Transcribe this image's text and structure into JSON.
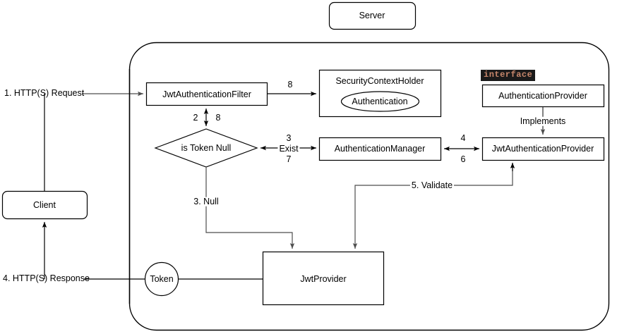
{
  "diagram": {
    "title_box": {
      "label": "Server"
    },
    "client_box": {
      "label": "Client"
    },
    "nodes": {
      "jwt_authentication_filter": "JwtAuthenticationFilter",
      "security_context_holder": "SecurityContextHolder",
      "authentication": "Authentication",
      "authentication_provider": "AuthenticationProvider",
      "authentication_provider_stereotype": "interface",
      "jwt_authentication_provider": "JwtAuthenticationProvider",
      "is_token_null": "is Token Null",
      "authentication_manager": "AuthenticationManager",
      "jwt_provider": "JwtProvider",
      "token": "Token"
    },
    "edge_labels": {
      "http_request": "1. HTTP(S) Request",
      "http_response": "4. HTTP(S) Response",
      "filter_to_scholder": "8",
      "filter_diamond_left": "2",
      "filter_diamond_right": "8",
      "diamond_manager_top": "3",
      "diamond_manager_mid": "Exist",
      "diamond_manager_bottom": "7",
      "manager_provider_top": "4",
      "manager_provider_bottom": "6",
      "implements": "Implements",
      "null_path": "3. Null",
      "validate": "5. Validate"
    },
    "colors": {
      "stroke": "#000000",
      "arrow_gray": "#4d4d4d",
      "stereotype_bg": "#1a1a1a",
      "stereotype_fg": "#c8876b",
      "background": "#ffffff"
    }
  }
}
